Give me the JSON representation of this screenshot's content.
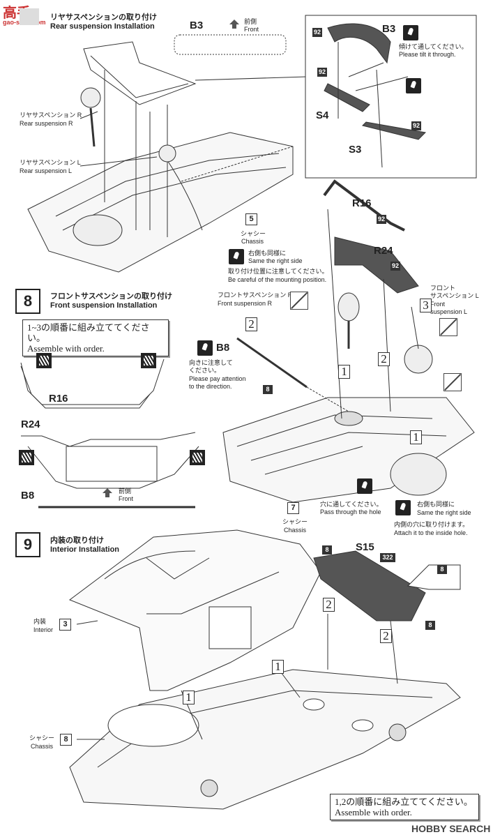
{
  "watermark": {
    "top_logo": "高手",
    "top_site": "gao-shou.com",
    "bottom": "HOBBY SEARCH"
  },
  "step7": {
    "title_jp": "リヤサスペンションの取り付け",
    "title_en": "Rear suspension Installation",
    "part_b3": "B3",
    "front_jp": "前側",
    "front_en": "Front",
    "rear_susp_r_jp": "リヤサスペンション R",
    "rear_susp_r_en": "Rear suspension R",
    "rear_susp_l_jp": "リヤサスペンション L",
    "rear_susp_l_en": "Rear suspension L",
    "chassis_num": "5",
    "chassis_jp": "シャシー",
    "chassis_en": "Chassis",
    "same_jp": "右側も同様に",
    "same_en": "Same the right side",
    "careful_jp": "取り付け位置に注意してください。",
    "careful_en": "Be careful of the mounting position.",
    "detail": {
      "b3": "B3",
      "tilt_jp": "傾けて通してください。",
      "tilt_en": "Please tilt it through.",
      "s4": "S4",
      "s3": "S3",
      "n92": "92"
    }
  },
  "step8": {
    "num": "8",
    "title_jp": "フロントサスペンションの取り付け",
    "title_en": "Front suspension Installation",
    "order_jp": "1~3の順番に組み立ててください。",
    "order_en": "Assemble with order.",
    "r16": "R16",
    "r24": "R24",
    "b8": "B8",
    "n92": "92",
    "front_jp": "前側",
    "front_en": "Front",
    "fsusp_r_jp": "フロントサスペンション R",
    "fsusp_r_en": "Front suspension R",
    "fsusp_l_jp1": "フロント",
    "fsusp_l_jp2": "サスペンション L",
    "fsusp_l_en1": "Front",
    "fsusp_l_en2": "suspension L",
    "direction_jp1": "向きに注意して",
    "direction_jp2": "ください。",
    "direction_en1": "Please pay attention",
    "direction_en2": "to the direction.",
    "part8": "8",
    "chassis_num": "7",
    "chassis_jp": "シャシー",
    "chassis_en": "Chassis",
    "hole_jp": "穴に通してください。",
    "hole_en": "Pass through the hole",
    "same_jp": "右側も同様に",
    "same_en": "Same the right side",
    "inside_jp": "内側の穴に取り付けます。",
    "inside_en": "Attach it to the inside hole.",
    "o1": "1",
    "o2": "2",
    "o3": "3"
  },
  "step9": {
    "num": "9",
    "title_jp": "内装の取り付け",
    "title_en": "Interior Installation",
    "s15": "S15",
    "n322": "322",
    "n8": "8",
    "interior_jp": "内装",
    "interior_en": "Interior",
    "interior_num": "3",
    "chassis_jp": "シャシー",
    "chassis_en": "Chassis",
    "chassis_num": "8",
    "order_jp": "1,2の順番に組み立ててください。",
    "order_en": "Assemble with order.",
    "o1": "1",
    "o2": "2"
  }
}
